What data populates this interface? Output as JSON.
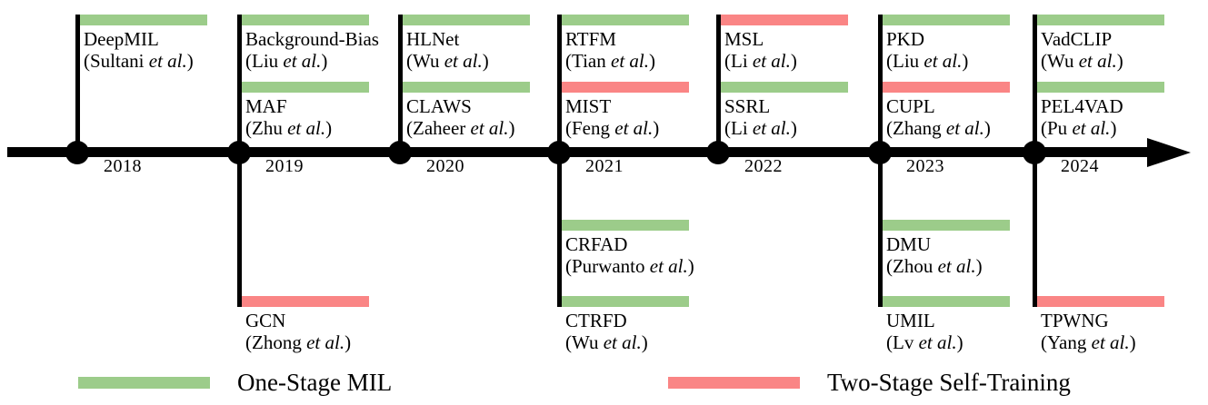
{
  "figure": {
    "type": "timeline",
    "title": "",
    "axis": {
      "direction": "left-to-right",
      "years": [
        "2018",
        "2019",
        "2020",
        "2021",
        "2022",
        "2023",
        "2024"
      ]
    },
    "legend": [
      {
        "label": "One-Stage MIL",
        "color": "#9ccc8a",
        "key": "green"
      },
      {
        "label": "Two-Stage Self-Training",
        "color": "#fa8585",
        "key": "red"
      }
    ],
    "entries": [
      {
        "year": "2018",
        "name": "DeepMIL",
        "authors_prefix": "(Sultani ",
        "authors_em": "et al.",
        "authors_suffix": ")",
        "color": "green",
        "side": "above",
        "slot": 1
      },
      {
        "year": "2019",
        "name": "Background-Bias",
        "authors_prefix": "(Liu ",
        "authors_em": "et al.",
        "authors_suffix": ")",
        "color": "green",
        "side": "above",
        "slot": 1
      },
      {
        "year": "2019",
        "name": "MAF",
        "authors_prefix": "(Zhu ",
        "authors_em": "et al.",
        "authors_suffix": ")",
        "color": "green",
        "side": "above",
        "slot": 2
      },
      {
        "year": "2019",
        "name": "GCN",
        "authors_prefix": "(Zhong ",
        "authors_em": "et al.",
        "authors_suffix": ")",
        "color": "red",
        "side": "below",
        "slot": 2
      },
      {
        "year": "2020",
        "name": "HLNet",
        "authors_prefix": "(Wu ",
        "authors_em": "et al.",
        "authors_suffix": ")",
        "color": "green",
        "side": "above",
        "slot": 1
      },
      {
        "year": "2020",
        "name": "CLAWS",
        "authors_prefix": "(Zaheer ",
        "authors_em": "et al.",
        "authors_suffix": ")",
        "color": "green",
        "side": "above",
        "slot": 2
      },
      {
        "year": "2021",
        "name": "RTFM",
        "authors_prefix": "(Tian ",
        "authors_em": "et al.",
        "authors_suffix": ")",
        "color": "green",
        "side": "above",
        "slot": 1
      },
      {
        "year": "2021",
        "name": "MIST",
        "authors_prefix": "(Feng ",
        "authors_em": "et al.",
        "authors_suffix": ")",
        "color": "red",
        "side": "above",
        "slot": 2
      },
      {
        "year": "2021",
        "name": "CRFAD",
        "authors_prefix": "(Purwanto ",
        "authors_em": "et al.",
        "authors_suffix": ")",
        "color": "green",
        "side": "below",
        "slot": 1
      },
      {
        "year": "2021",
        "name": "CTRFD",
        "authors_prefix": "(Wu ",
        "authors_em": "et al.",
        "authors_suffix": ")",
        "color": "green",
        "side": "below",
        "slot": 2
      },
      {
        "year": "2022",
        "name": "MSL",
        "authors_prefix": "(Li ",
        "authors_em": "et al.",
        "authors_suffix": ")",
        "color": "red",
        "side": "above",
        "slot": 1
      },
      {
        "year": "2022",
        "name": "SSRL",
        "authors_prefix": "(Li ",
        "authors_em": "et al.",
        "authors_suffix": ")",
        "color": "green",
        "side": "above",
        "slot": 2
      },
      {
        "year": "2023",
        "name": "PKD",
        "authors_prefix": "(Liu ",
        "authors_em": "et al.",
        "authors_suffix": ")",
        "color": "green",
        "side": "above",
        "slot": 1
      },
      {
        "year": "2023",
        "name": "CUPL",
        "authors_prefix": "(Zhang ",
        "authors_em": "et al.",
        "authors_suffix": ")",
        "color": "red",
        "side": "above",
        "slot": 2
      },
      {
        "year": "2023",
        "name": "DMU",
        "authors_prefix": "(Zhou ",
        "authors_em": "et al.",
        "authors_suffix": ")",
        "color": "green",
        "side": "below",
        "slot": 1
      },
      {
        "year": "2023",
        "name": "UMIL",
        "authors_prefix": "(Lv ",
        "authors_em": "et al.",
        "authors_suffix": ")",
        "color": "green",
        "side": "below",
        "slot": 2
      },
      {
        "year": "2024",
        "name": "VadCLIP",
        "authors_prefix": "(Wu ",
        "authors_em": "et al.",
        "authors_suffix": ")",
        "color": "green",
        "side": "above",
        "slot": 1
      },
      {
        "year": "2024",
        "name": "PEL4VAD",
        "authors_prefix": "(Pu ",
        "authors_em": "et al.",
        "authors_suffix": ")",
        "color": "green",
        "side": "above",
        "slot": 2
      },
      {
        "year": "2024",
        "name": "TPWNG",
        "authors_prefix": "(Yang ",
        "authors_em": "et al.",
        "authors_suffix": ")",
        "color": "red",
        "side": "below",
        "slot": 2
      }
    ]
  },
  "axis_years": {
    "y2018": "2018",
    "y2019": "2019",
    "y2020": "2020",
    "y2021": "2021",
    "y2022": "2022",
    "y2023": "2023",
    "y2024": "2024"
  },
  "legend_text": {
    "green": "One-Stage MIL",
    "red": "Two-Stage Self-Training"
  }
}
